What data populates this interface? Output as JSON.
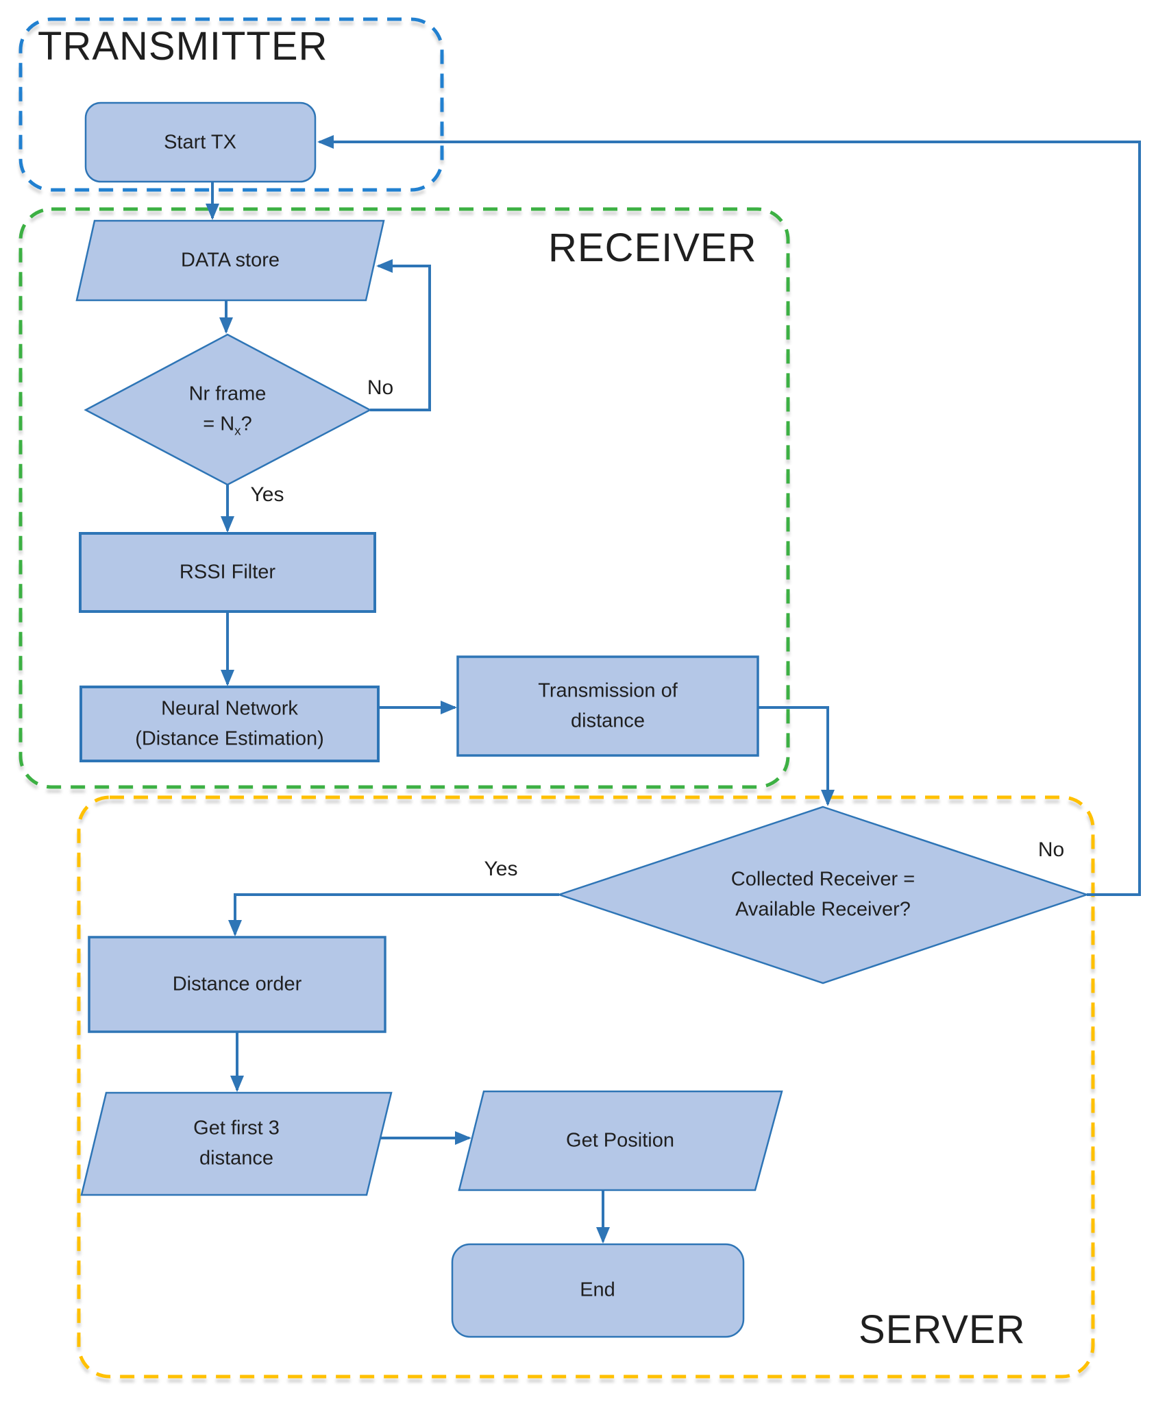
{
  "regions": {
    "transmitter": "TRANSMITTER",
    "receiver": "RECEIVER",
    "server": "SERVER"
  },
  "nodes": {
    "start_tx": {
      "label": "Start TX"
    },
    "data_store": {
      "label": "DATA store"
    },
    "nr_frame": {
      "line1": "Nr frame",
      "line2_pre": "= N",
      "line2_sub": "x",
      "line2_post": "?"
    },
    "rssi": {
      "label": "RSSI Filter"
    },
    "nn": {
      "line1": "Neural Network",
      "line2": "(Distance Estimation)"
    },
    "transmission": {
      "line1": "Transmission of",
      "line2": "distance"
    },
    "collected": {
      "line1": "Collected Receiver =",
      "line2": "Available Receiver?"
    },
    "distance_order": {
      "label": "Distance order"
    },
    "get_first3": {
      "line1": "Get first 3",
      "line2": "distance"
    },
    "get_position": {
      "label": "Get Position"
    },
    "end": {
      "label": "End"
    }
  },
  "edge_labels": {
    "no1": "No",
    "yes1": "Yes",
    "yes2": "Yes",
    "no2": "No"
  },
  "colors": {
    "node_fill": "#b4c7e7",
    "node_border": "#2e75b6",
    "arrow": "#2e75b6",
    "transmitter_border": "#2180d0",
    "receiver_border": "#3cb043",
    "server_border": "#ffc000",
    "text": "#1f1f1f"
  }
}
